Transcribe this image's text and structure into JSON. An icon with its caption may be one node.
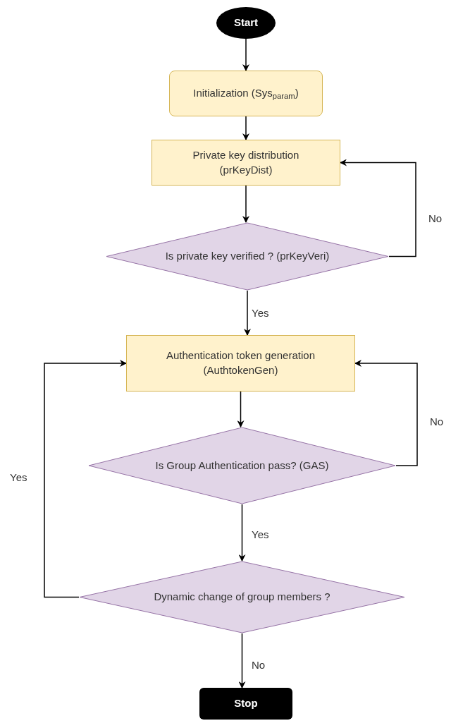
{
  "diagram": {
    "nodes": [
      {
        "text": [
          "Start"
        ]
      },
      {
        "text": [
          "Initialization (Sys$_{param}$)"
        ]
      },
      {
        "text": [
          "Private key distribution (prKeyDist)"
        ]
      },
      {
        "text": [
          "Is private key verified ? (prKeyVeri)"
        ]
      },
      {
        "text": [
          "Authentication token generation (AuthtokenGen)"
        ]
      },
      {
        "text": [
          "Is Group Authentication pass? (GAS)"
        ]
      },
      {
        "text": [
          "Dynamic change of group members ?"
        ]
      },
      {
        "text": [
          "Stop"
        ]
      }
    ],
    "edges": [
      {
        "from": 0,
        "to": 1,
        "arrow": "to"
      },
      {
        "from": 1,
        "to": 2,
        "arrow": "to"
      },
      {
        "from": 2,
        "to": 3,
        "arrow": "to"
      },
      {
        "from": 3,
        "to": 2,
        "arrow": "to",
        "label": "No"
      },
      {
        "from": 3,
        "to": 4,
        "arrow": "to",
        "label": "Yes"
      },
      {
        "from": 4,
        "to": 5,
        "arrow": "to"
      },
      {
        "from": 5,
        "to": 4,
        "arrow": "to",
        "label": "No"
      },
      {
        "from": 5,
        "to": 6,
        "arrow": "to",
        "label": "Yes"
      },
      {
        "from": 6,
        "to": 4,
        "arrow": "to",
        "label": "Yes"
      },
      {
        "from": 6,
        "to": 7,
        "arrow": "to",
        "label": "No"
      }
    ]
  }
}
